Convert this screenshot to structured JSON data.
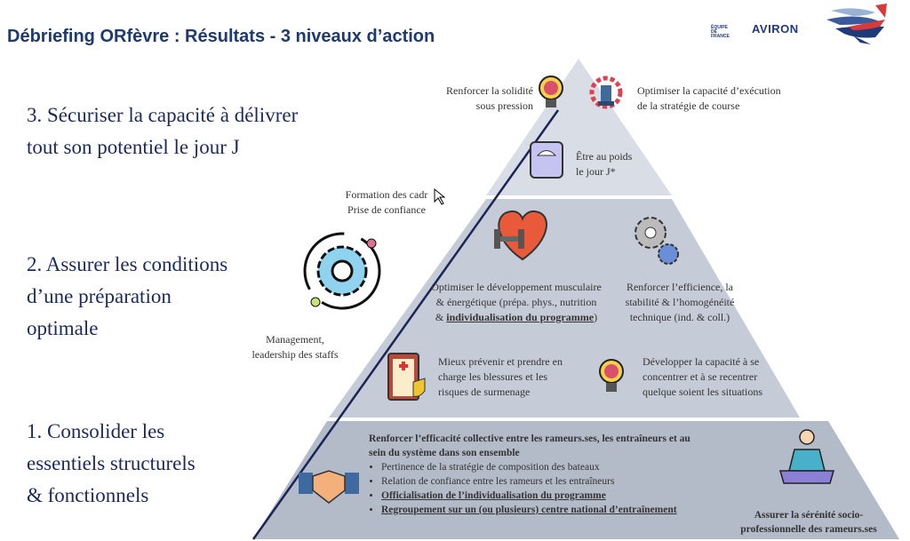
{
  "header": {
    "title": "Débriefing ORfèvre : Résultats - 3 niveaux d’action",
    "logo": {
      "small": "ÉQUIPE DE FRANCE",
      "brand": "AVIRON"
    }
  },
  "levels": [
    {
      "label_line1": "3. Sécuriser la capacité à délivrer",
      "label_line2": "tout son potentiel le jour J"
    },
    {
      "label_line1": "2. Assurer les conditions",
      "label_line2": "d’une préparation",
      "label_line3": "optimale"
    },
    {
      "label_line1": "1. Consolider les",
      "label_line2": "essentiels structurels",
      "label_line3": "& fonctionnels"
    }
  ],
  "side": {
    "formation_line1": "Formation des cadr",
    "formation_line2": "Prise de confiance",
    "management_line1": "Management,",
    "management_line2": "leadership  des staffs"
  },
  "top_tier": {
    "solidity_line1": "Renforcer la solidité",
    "solidity_line2": "sous pression",
    "execution_line1": "Optimiser la capacité d’exécution",
    "execution_line2": "de la stratégie de course",
    "weight_line1": "Être au poids",
    "weight_line2": "le jour J*"
  },
  "middle_tier": {
    "muscle_line1": "Optimiser le développement musculaire",
    "muscle_line2": "& énergétique (prépa. phys., nutrition",
    "muscle_line3_prefix": "& ",
    "muscle_line3_underlined": "individualisation du programme",
    "muscle_line3_suffix": ")",
    "tech_line1": "Renforcer l’efficience, la",
    "tech_line2": "stabilité & l’homogénéité",
    "tech_line3": "technique (ind. & coll.)",
    "injury_line1": "Mieux prévenir et prendre en",
    "injury_line2": "charge les blessures et les",
    "injury_line3": "risques de surmenage",
    "focus_line1": "Développer la capacité à se",
    "focus_line2": "concentrer et à se recentrer",
    "focus_line3": "quelque soient les situations"
  },
  "bottom_tier": {
    "heading_line1": "Renforcer l’efficacité collective entre les rameurs.ses, les entraîneurs et au",
    "heading_line2": "sein du système dans son ensemble",
    "bullets": [
      "Pertinence de la stratégie de composition des bateaux",
      "Relation de confiance entre les rameurs et les entraîneurs",
      "Officialisation de l’individualisation du programme",
      "Regroupement sur un (ou plusieurs) centre national d’entraînement"
    ],
    "serenity_line1": "Assurer la sérénité socio-",
    "serenity_line2": "professionnelle des rameurs.ses"
  },
  "colors": {
    "title": "#1f3a6e",
    "level": "#1c2a5a",
    "tier_top": "#d9dde5",
    "tier_mid": "#c6ccd7",
    "tier_bottom": "#b3bac8"
  }
}
